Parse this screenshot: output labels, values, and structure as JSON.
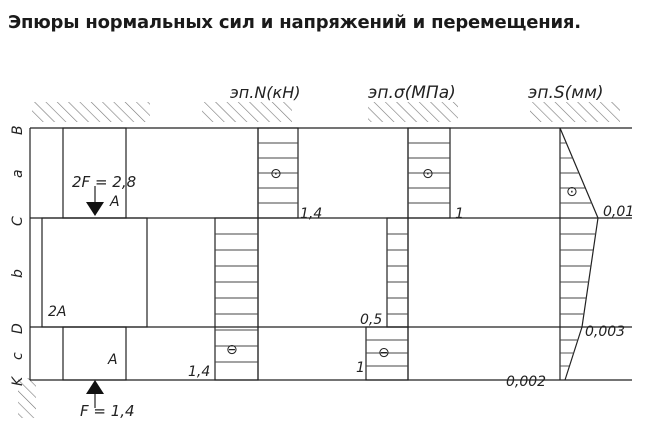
{
  "title": "Эпюры нормальных сил и напряжений и перемещения.",
  "columns": {
    "N": "эп.N(кН)",
    "sigma": "эп.σ(МПа)",
    "S": "эп.S(мм)"
  },
  "sections": {
    "B": "B",
    "a": "a",
    "C": "C",
    "b": "b",
    "D": "D",
    "c": "c",
    "K": "K"
  },
  "bar": {
    "force_top": "2F = 2,8",
    "area_top": "A",
    "area_mid": "2A",
    "area_bottom": "A",
    "force_bottom": "F = 1,4"
  },
  "N_diagram": {
    "val_top": "1,4",
    "val_bottom": "1,4",
    "sign_top": "⊙",
    "sign_bottom": "⊖"
  },
  "sigma_diagram": {
    "val_a": "1",
    "val_b": "0,5",
    "val_c": "1",
    "sign_top": "⊙",
    "sign_bottom": "⊖"
  },
  "S_diagram": {
    "val_C": "0,01",
    "val_D": "0,003",
    "val_K": "0,002",
    "sign": "⊙"
  }
}
